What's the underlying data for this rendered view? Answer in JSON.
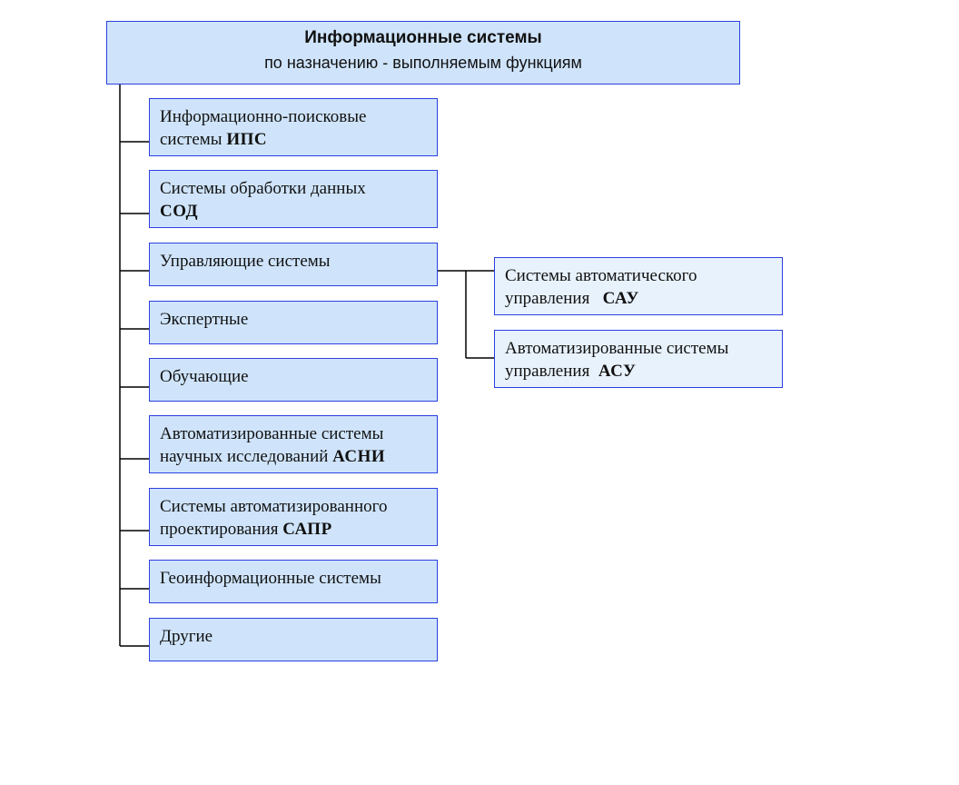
{
  "header": {
    "title": "Информационные системы",
    "subtitle": "по назначению - выполняемым  функциям"
  },
  "categories": [
    {
      "line1": "Информационно-поисковые",
      "line2": "системы ",
      "abbr": "ИПС"
    },
    {
      "line1": "Системы обработки данных",
      "line2": "",
      "abbr": "СОД"
    },
    {
      "line1": "Управляющие системы",
      "line2": "",
      "abbr": ""
    },
    {
      "line1": "Экспертные",
      "line2": "",
      "abbr": ""
    },
    {
      "line1": "Обучающие",
      "line2": "",
      "abbr": ""
    },
    {
      "line1": "Автоматизированные системы",
      "line2": "научных исследований ",
      "abbr": "АСНИ"
    },
    {
      "line1": "Системы автоматизированного",
      "line2": "проектирования ",
      "abbr": "САПР"
    },
    {
      "line1": "Геоинформационные системы",
      "line2": "",
      "abbr": ""
    },
    {
      "line1": "Другие",
      "line2": "",
      "abbr": ""
    }
  ],
  "control_subtypes": [
    {
      "line1": "Системы автоматического",
      "line2": "управления   ",
      "abbr": "САУ"
    },
    {
      "line1": "Автоматизированные системы",
      "line2": "управления  ",
      "abbr": "АСУ"
    }
  ],
  "colors": {
    "box_fill": "#cfe4fb",
    "box_fill_light": "#e8f2fd",
    "box_border": "#2b3fe0",
    "connector": "#000000"
  }
}
